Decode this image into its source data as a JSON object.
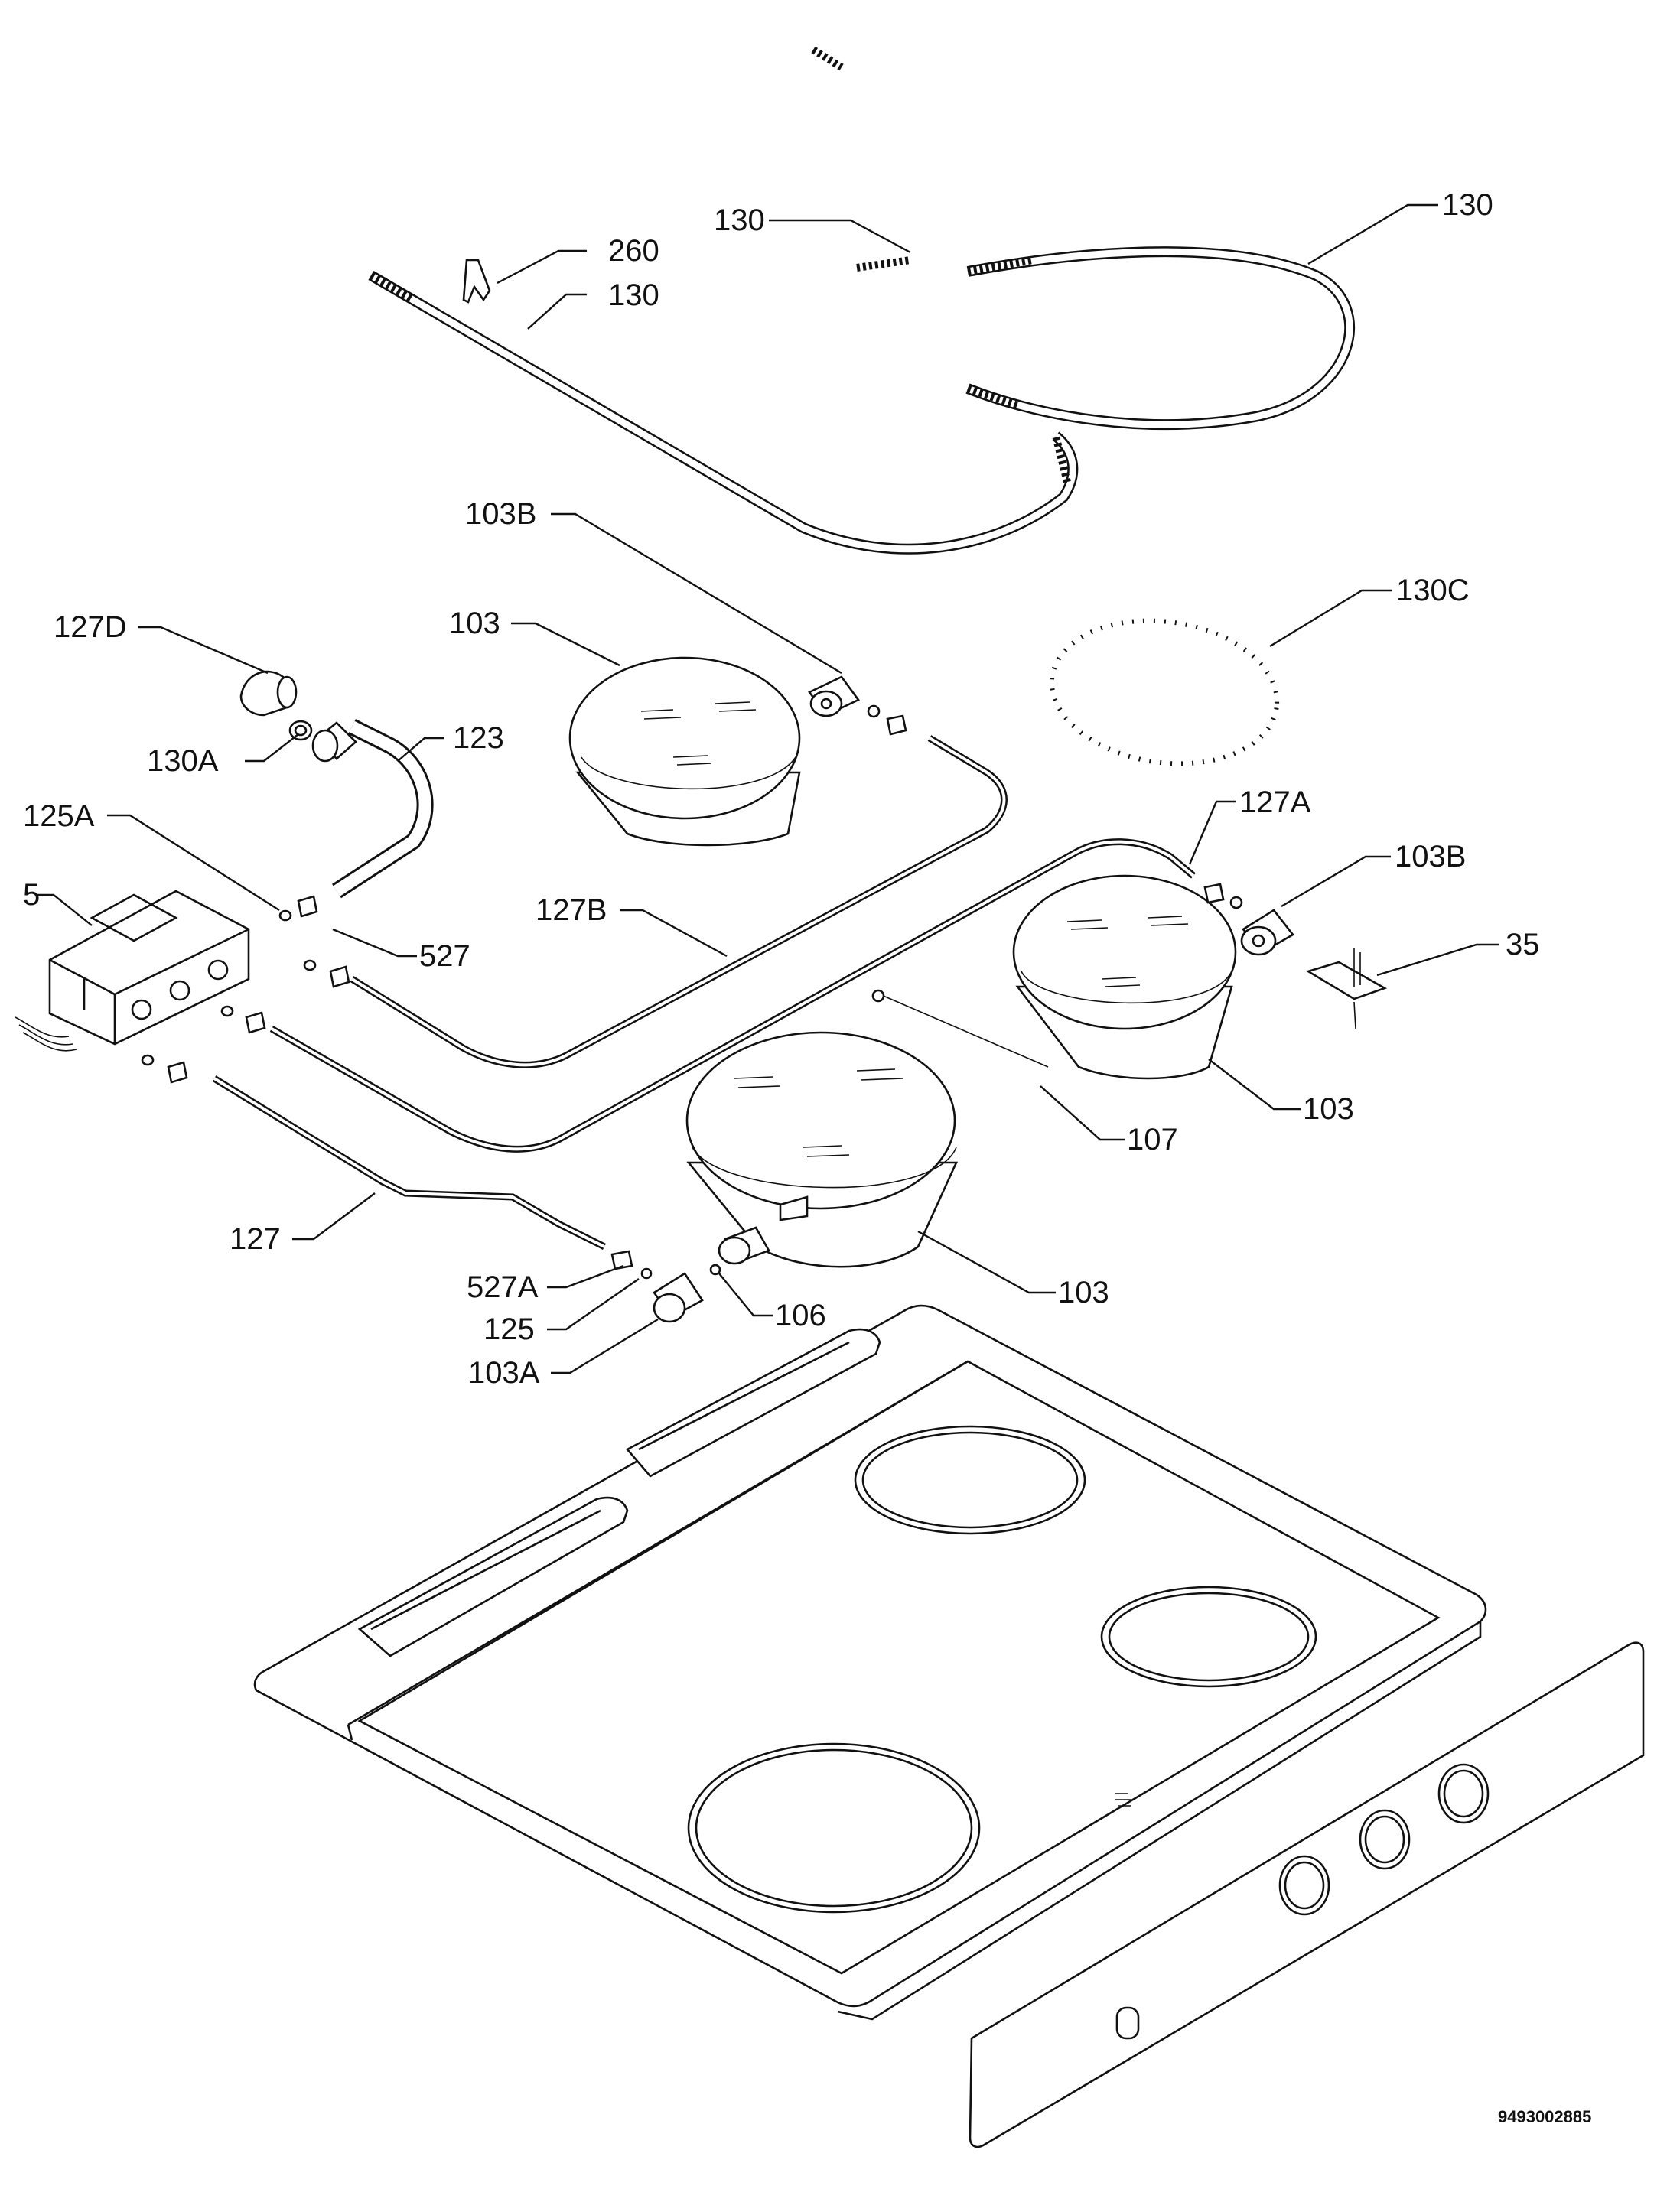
{
  "diagram": {
    "document_number": "9493002885",
    "labels": {
      "l130_top": "130",
      "l130_right": "130",
      "l260": "260",
      "l130_left": "130",
      "l103B_top": "103B",
      "l130C": "130C",
      "l127D": "127D",
      "l103_top": "103",
      "l130A": "130A",
      "l123": "123",
      "l125A": "125A",
      "l127A": "127A",
      "l103B_right": "103B",
      "l5": "5",
      "l127B": "127B",
      "l527": "527",
      "l35": "35",
      "l107": "107",
      "l103_mid": "103",
      "l127": "127",
      "l103_bottom": "103",
      "l527A": "527A",
      "l106": "106",
      "l125": "125",
      "l103A": "103A"
    }
  }
}
